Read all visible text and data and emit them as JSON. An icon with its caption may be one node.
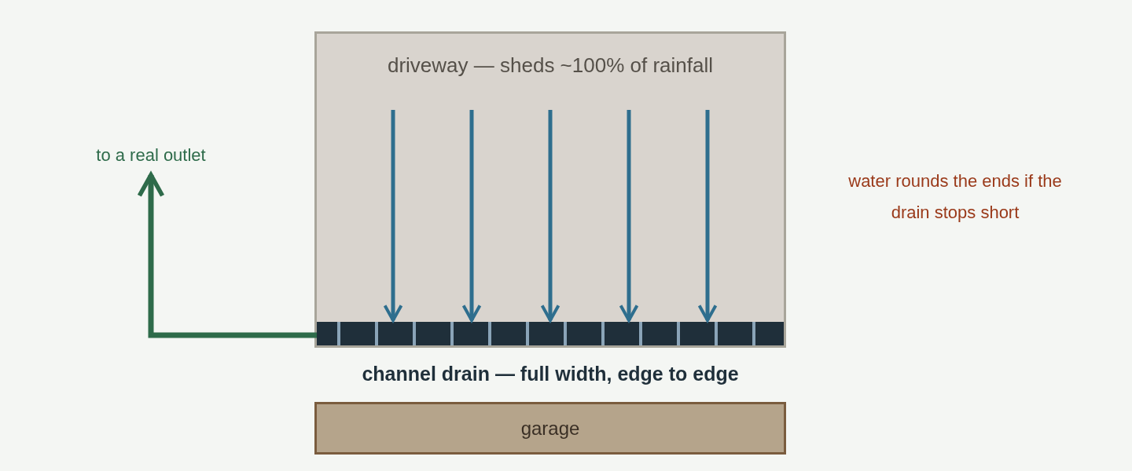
{
  "diagram": {
    "nodes": [
      {
        "text": [
          "driveway — sheds ~100% of rainfall"
        ]
      },
      {
        "text": [
          "channel drain — full width, edge to edge"
        ],
        "in": 0
      },
      {
        "text": [
          "garage"
        ]
      },
      {
        "text": [
          "to a real outlet"
        ]
      }
    ],
    "edges": [
      {
        "from": null,
        "to": 1,
        "arrow": "to"
      },
      {
        "from": null,
        "to": 1,
        "arrow": "to"
      },
      {
        "from": null,
        "to": 1,
        "arrow": "to"
      },
      {
        "from": null,
        "to": 1,
        "arrow": "to"
      },
      {
        "from": null,
        "to": 1,
        "arrow": "to"
      },
      {
        "from": 1,
        "to": 3,
        "arrow": "to",
        "color": "#2e6b4a"
      }
    ],
    "labels": [
      "water rounds the ends if the drain stops short"
    ]
  }
}
